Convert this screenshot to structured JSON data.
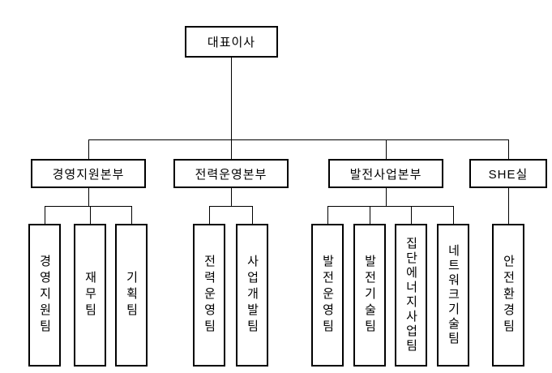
{
  "org_chart": {
    "type": "organization-chart",
    "root": {
      "label": "대표이사"
    },
    "divisions": [
      {
        "label": "경영지원본부",
        "teams": [
          "경영지원팀",
          "재무팀",
          "기획팀"
        ]
      },
      {
        "label": "전력운영본부",
        "teams": [
          "전력운영팀",
          "사업개발팀"
        ]
      },
      {
        "label": "발전사업본부",
        "teams": [
          "발전운영팀",
          "발전기술팀",
          "집단에너지사업팀",
          "네트워크기술팀"
        ]
      },
      {
        "label": "SHE실",
        "teams": [
          "안전환경팀"
        ]
      }
    ],
    "colors": {
      "background": "#ffffff",
      "box_border": "#000000",
      "connector_line": "#000000",
      "text": "#000000"
    }
  }
}
